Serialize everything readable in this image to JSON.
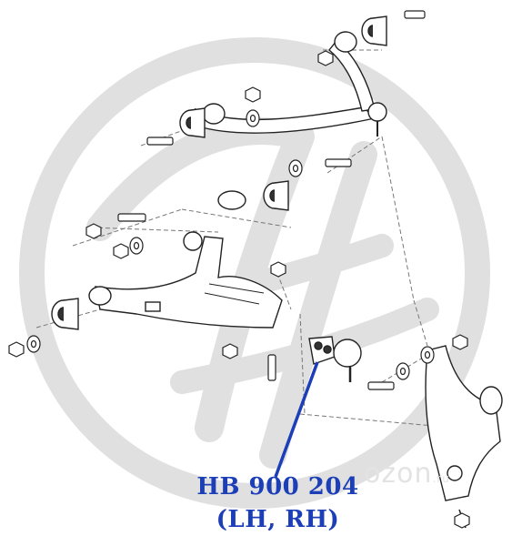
{
  "callout": {
    "part_number": "HB 900 204",
    "side": "(LH, RH)",
    "color": "#1c3fb7"
  },
  "watermark": {
    "text": "ozon",
    "tld": ".ru",
    "color": "#d9d9d9"
  },
  "icons": [
    "hs-logo-watermark-icon",
    "upper-control-arm-icon",
    "lower-control-arm-icon",
    "ball-joint-icon",
    "steering-knuckle-icon",
    "bushing-icon",
    "bolt-icon",
    "nut-icon",
    "washer-icon"
  ]
}
